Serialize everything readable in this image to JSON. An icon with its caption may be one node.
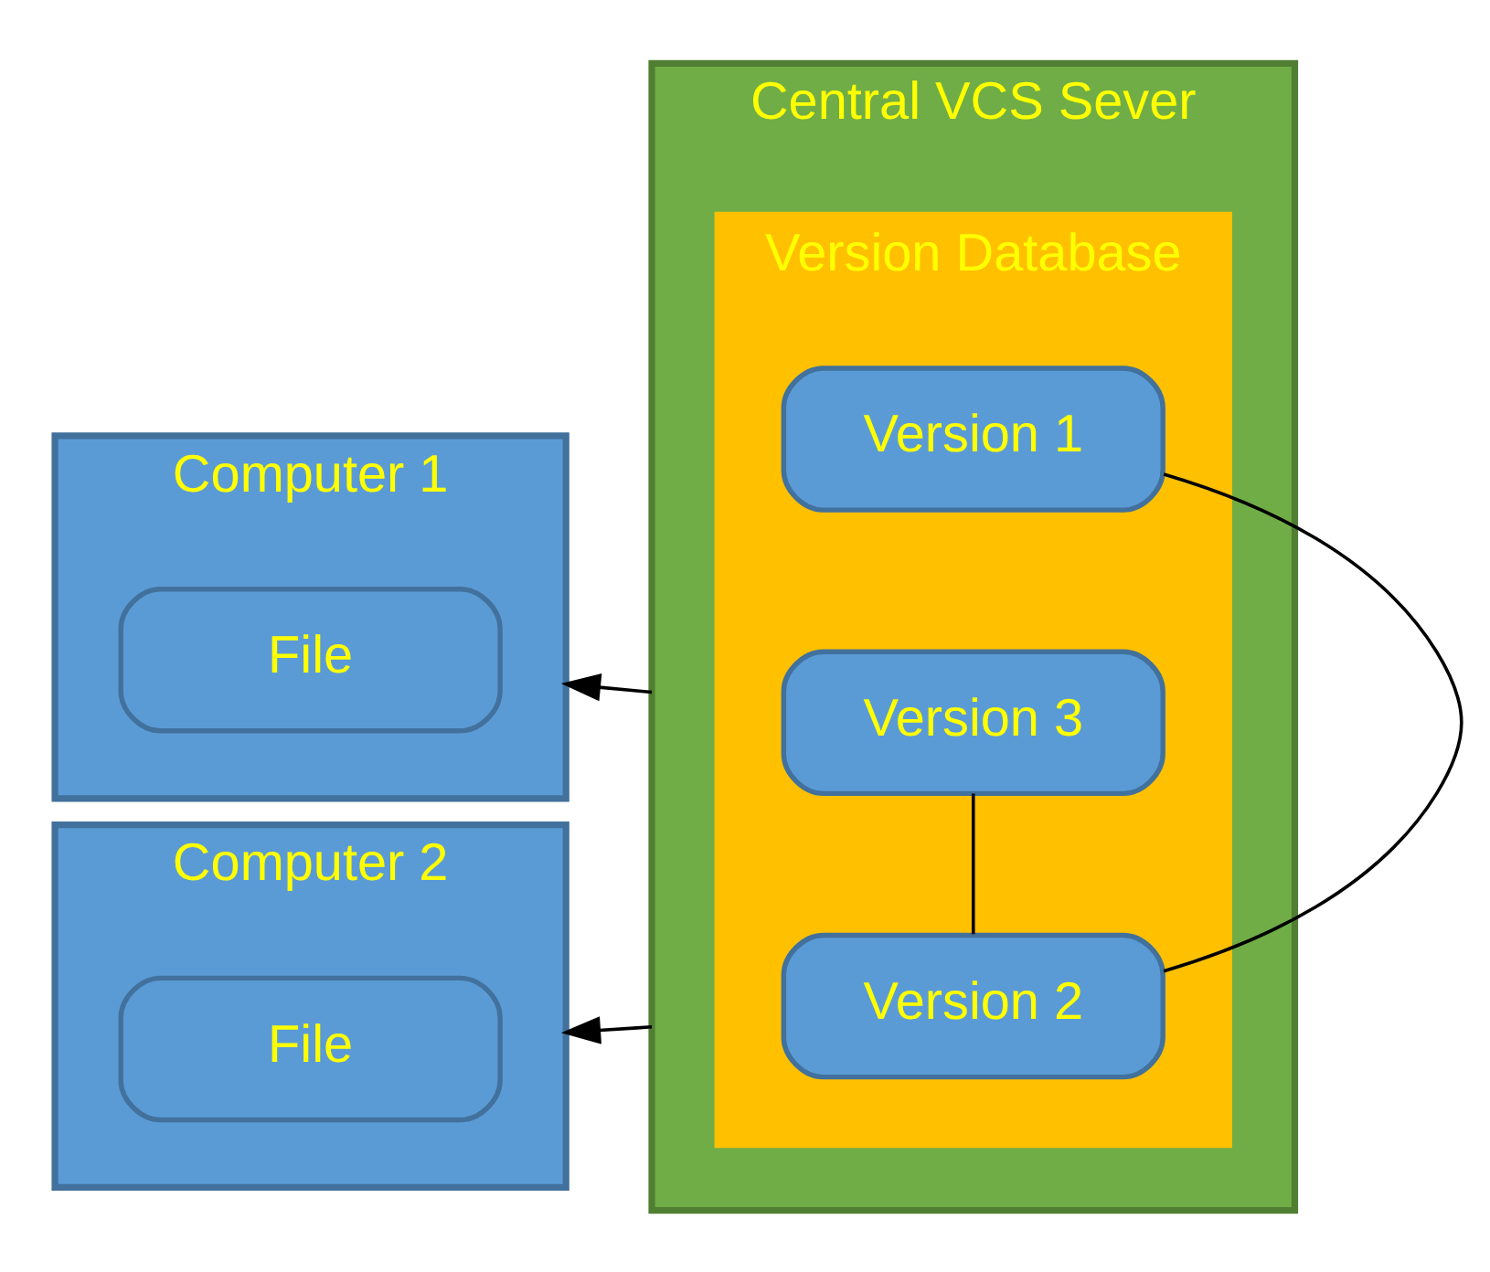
{
  "diagram": {
    "nodes": [
      {
        "text": [
          "Computer 1"
        ]
      },
      {
        "text": [
          "File"
        ],
        "in": 0
      },
      {
        "text": [
          "Computer 2"
        ]
      },
      {
        "text": [
          "File"
        ],
        "in": 2
      },
      {
        "text": [
          "Central VCS Sever"
        ]
      },
      {
        "text": [
          "Version Database"
        ],
        "in": 4
      },
      {
        "text": [
          "Version 3"
        ],
        "in": 5
      },
      {
        "text": [
          "Version 2"
        ],
        "in": 5
      },
      {
        "text": [
          "Version 1"
        ],
        "in": 5
      }
    ],
    "edges": [
      {
        "from": 4,
        "to": 0,
        "arrow": "to"
      },
      {
        "from": 4,
        "to": 2,
        "arrow": "to"
      },
      {
        "from": 6,
        "to": 7,
        "arrow": "none"
      },
      {
        "from": 7,
        "to": 8,
        "arrow": "none"
      }
    ]
  }
}
